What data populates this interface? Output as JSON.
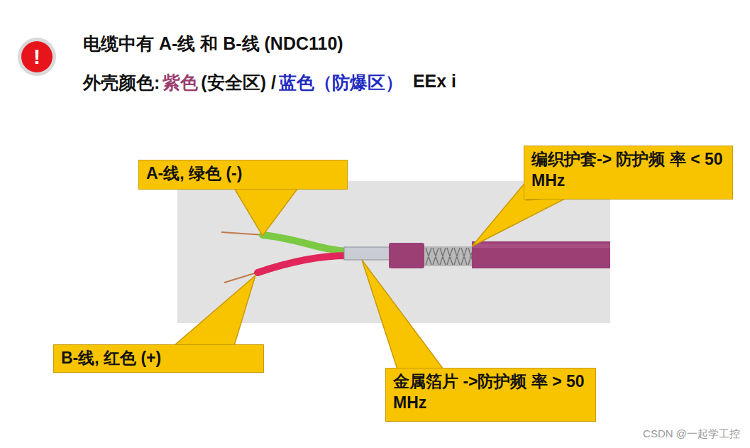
{
  "diagram": {
    "title": "电缆中有 A-线 和 B-线 (NDC110)",
    "nodes": [
      {
        "text": [
          "A-线, 绿色 (-)"
        ]
      },
      {
        "text": [
          "B-线, 红色 (+)"
        ]
      },
      {
        "text": [
          "编织护套-> 防护频 率 < 50 MHz"
        ]
      },
      {
        "text": [
          "金属箔片 ->防护频 率 > 50 MHz"
        ]
      }
    ],
    "labels": [
      "!",
      "外壳颜色:",
      "紫色",
      "(安全区) /",
      "蓝色（防爆区）",
      "EEx i",
      "CSDN @一起学工控"
    ]
  }
}
